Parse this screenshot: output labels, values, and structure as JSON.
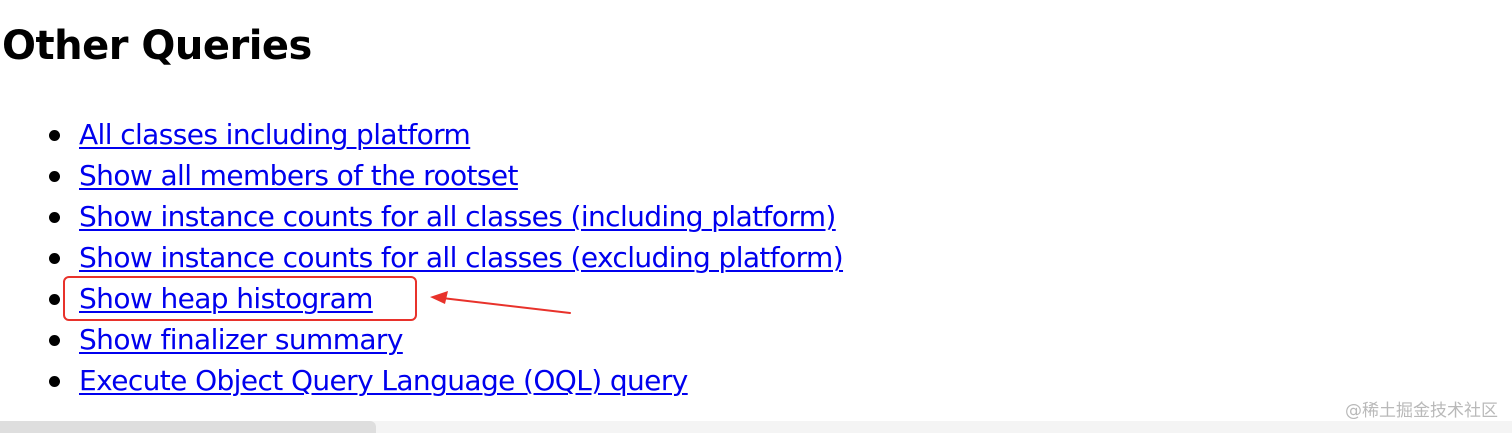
{
  "page": {
    "title": "Other Queries"
  },
  "queries": [
    {
      "label": "All classes including platform"
    },
    {
      "label": "Show all members of the rootset"
    },
    {
      "label": "Show instance counts for all classes (including platform)"
    },
    {
      "label": "Show instance counts for all classes (excluding platform)"
    },
    {
      "label": "Show heap histogram"
    },
    {
      "label": "Show finalizer summary"
    },
    {
      "label": "Execute Object Query Language (OQL) query"
    }
  ],
  "annotation": {
    "highlighted_item": "Show heap histogram",
    "color": "#e8322b"
  },
  "watermark": {
    "text": "@稀土掘金技术社区"
  },
  "colors": {
    "link": "#0000ee",
    "text": "#000000",
    "background": "#ffffff"
  }
}
